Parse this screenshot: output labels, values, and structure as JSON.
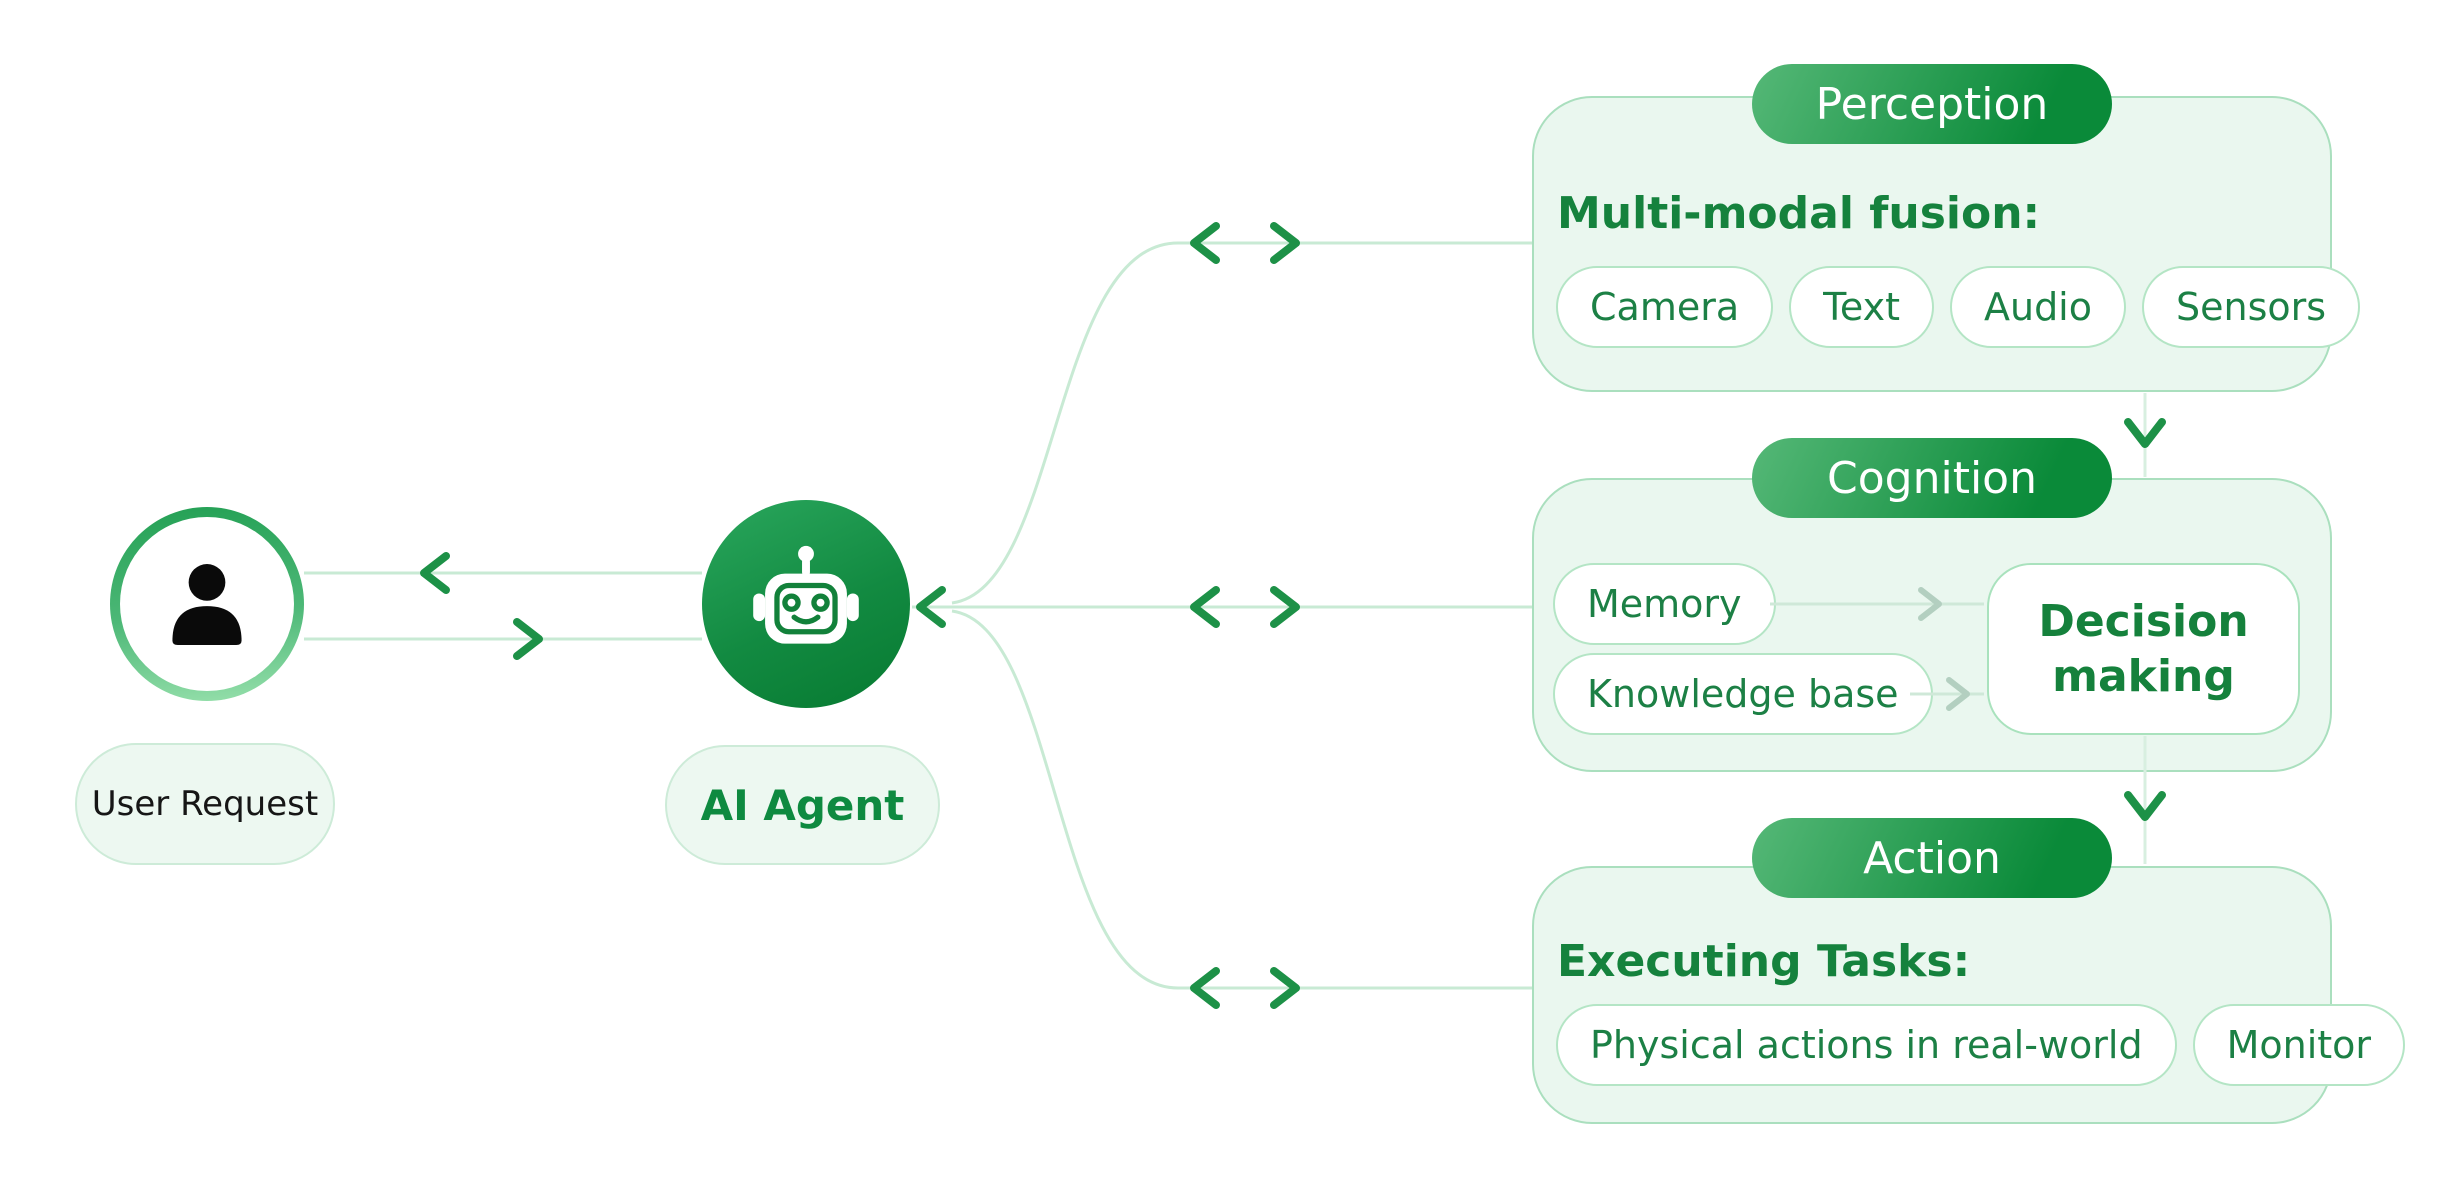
{
  "user": {
    "label": "User Request"
  },
  "agent": {
    "label": "AI Agent"
  },
  "panels": {
    "perception": {
      "header": "Perception",
      "title": "Multi-modal fusion:",
      "chips": [
        "Camera",
        "Text",
        "Audio",
        "Sensors"
      ]
    },
    "cognition": {
      "header": "Cognition",
      "memory": "Memory",
      "knowledge": "Knowledge base",
      "decision": "Decision making"
    },
    "action": {
      "header": "Action",
      "title": "Executing Tasks:",
      "chips": [
        "Physical actions in real-world",
        "Monitor"
      ]
    }
  },
  "icons": {
    "user": "person-icon",
    "agent": "robot-icon",
    "flow": [
      "left-chevron-icon",
      "right-chevron-icon",
      "down-chevron-icon"
    ]
  },
  "colors": {
    "panel_bg": "#eaf7ef",
    "panel_border": "#aadfbe",
    "pill_gradient_start": "#55b877",
    "pill_gradient_end": "#0a8a39",
    "agent_circle_start": "#2aa75d",
    "agent_circle_end": "#077a31",
    "user_ring_start": "#23a054",
    "user_ring_end": "#97e0ac",
    "accent_green": "#1d9147",
    "text_green": "#15823d",
    "chip_text": "#1c8045",
    "light_line": "#c8ead4",
    "lighter_line": "#d8efe0",
    "small_arrow": "#b3cfc0",
    "label_text": "#161616"
  }
}
